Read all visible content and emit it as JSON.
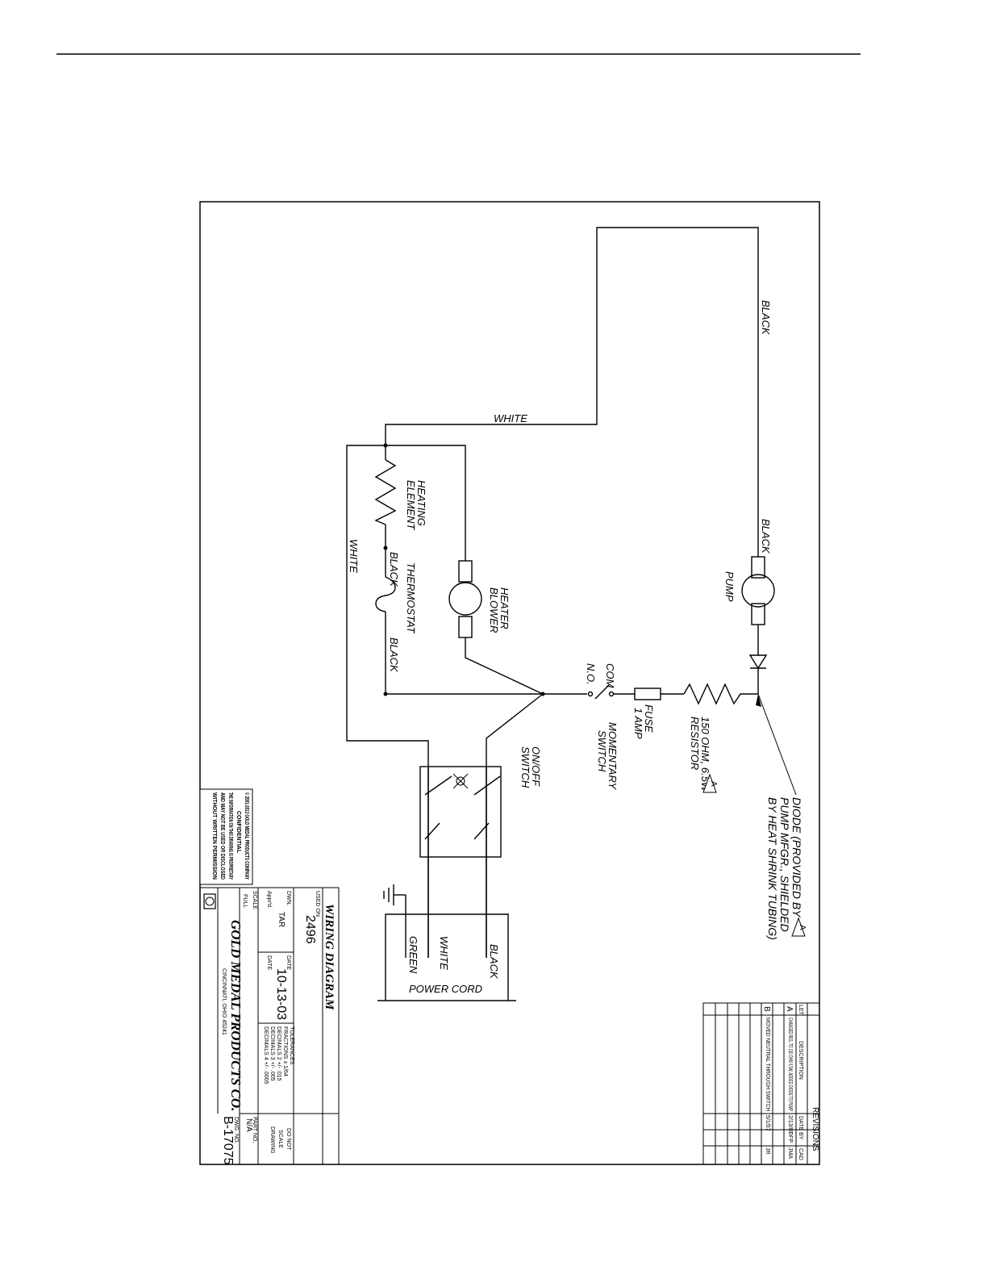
{
  "labels": {
    "heating_element": [
      "HEATING",
      "ELEMENT"
    ],
    "thermostat": "THERMOSTAT",
    "heater_blower": [
      "HEATER",
      "BLOWER"
    ],
    "pump": "PUMP",
    "com": "COM",
    "no": "N.O.",
    "fuse": [
      "FUSE",
      "1 AMP"
    ],
    "resistor": [
      "150 OHM, 6.5W",
      "RESISTOR"
    ],
    "momentary_switch": [
      "MOMENTARY",
      "SWITCH"
    ],
    "on_off_switch": [
      "ON/OFF",
      "SWITCH"
    ],
    "diode_note": [
      "DIODE (PROVIDED BY",
      "PUMP MFGR., SHIELDED",
      "BY HEAT SHRINK TUBING)"
    ],
    "revision_flag": "A",
    "power_cord": "POWER CORD"
  },
  "wire_colors": {
    "top_right": "BLACK",
    "top_white": "WHITE",
    "pump_black": "BLACK",
    "left_white": "WHITE",
    "thermostat_black_1": "BLACK",
    "thermostat_black_2": "BLACK",
    "cord_black": "BLACK",
    "cord_white": "WHITE",
    "cord_green": "GREEN"
  },
  "revisions": {
    "title": "REVISIONS",
    "headers": [
      "LET.",
      "DESCRIPTION",
      "DATE",
      "BY",
      "CAD"
    ],
    "rows": [
      {
        "let": "A",
        "description": "CHANGED RES. TO 150 OHM 6.5W; ADDED DIODE TO PUMP",
        "date": "2/13/07",
        "by": "DFP",
        "cad": "JMA"
      },
      {
        "let": "B",
        "description": "MOVED NEUTRAL THROUGH SWITCH",
        "date": "5/1/07",
        "by": "",
        "cad": "JR"
      }
    ]
  },
  "title_block": {
    "title": "WIRING DIAGRAM",
    "used_on_label": "USED ON",
    "used_on": "2496",
    "dwn_label": "DWN.",
    "dwn": "TAR",
    "date_label": "DATE",
    "date": "10-13-03",
    "apprd_label": "Appr'd.",
    "apprd_date_label": "DATE",
    "tolerances": [
      "TOLERANCES",
      "FRACTIONS ± 1/64",
      "DECIMALS 2 +/- .015",
      "DECIMALS 3 +/- .005",
      "DECIMALS 4 +/- .0005"
    ],
    "do_not_scale": [
      "DO NOT",
      "SCALE",
      "DRAWING"
    ],
    "scale_label": "SCALE",
    "scale": "FULL",
    "part_no_label": "PART NO.",
    "part_no": "N/A",
    "dwg_no_label": "DWG. NO.",
    "dwg_no": "B-17075",
    "company": "GOLD MEDAL PRODUCTS CO.",
    "city": "CINCINNATI, OHIO 45241",
    "copyright": [
      "© 2001-2013 GOLD MEDAL PRODUCTS COMPANY",
      "CONFIDENTIAL",
      "THE INFORMATION ON THIS DRAWING IS PROPRIETARY",
      "AND MAY NOT BE USED OR DISCLOSED",
      "WITHOUT WRITTEN PERMISSION"
    ]
  }
}
